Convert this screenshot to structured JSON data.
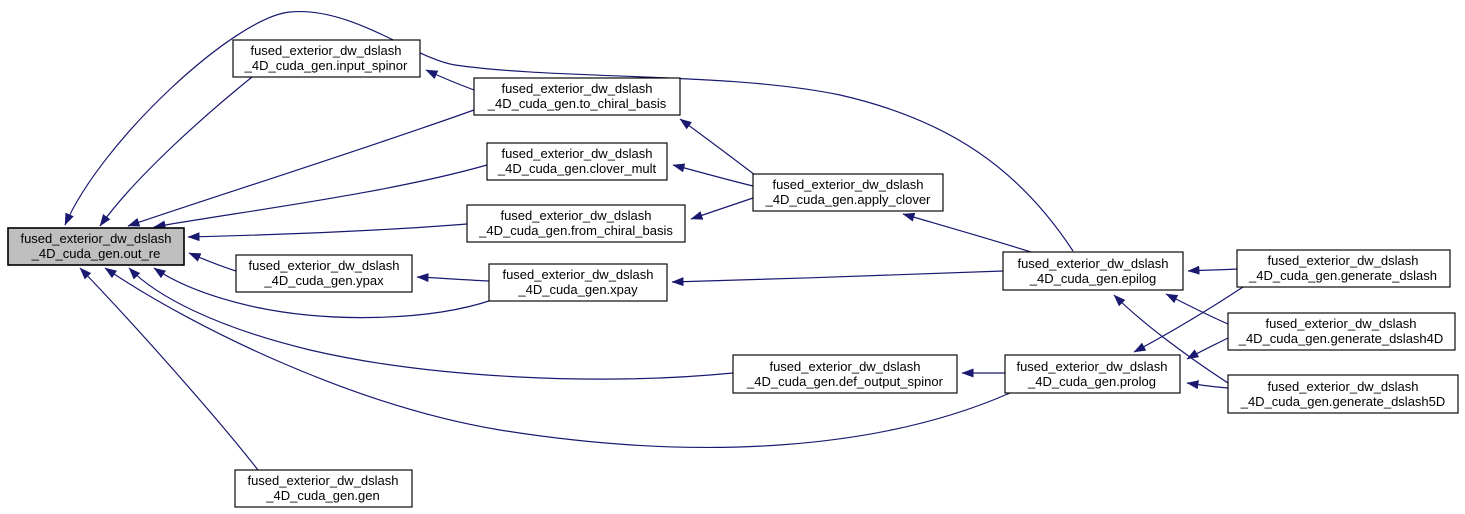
{
  "diagram": {
    "type": "call-graph",
    "colors": {
      "edge": "#191970",
      "node_fill": "#ffffff",
      "node_border": "#000000",
      "highlight_fill": "#bfbfbf",
      "text": "#000000",
      "background": "#ffffff"
    },
    "nodes": [
      {
        "id": "out_re",
        "line1": "fused_exterior_dw_dslash",
        "line2": "_4D_cuda_gen.out_re",
        "highlighted": true
      },
      {
        "id": "input_spinor",
        "line1": "fused_exterior_dw_dslash",
        "line2": "_4D_cuda_gen.input_spinor",
        "highlighted": false
      },
      {
        "id": "to_chiral_basis",
        "line1": "fused_exterior_dw_dslash",
        "line2": "_4D_cuda_gen.to_chiral_basis",
        "highlighted": false
      },
      {
        "id": "clover_mult",
        "line1": "fused_exterior_dw_dslash",
        "line2": "_4D_cuda_gen.clover_mult",
        "highlighted": false
      },
      {
        "id": "apply_clover",
        "line1": "fused_exterior_dw_dslash",
        "line2": "_4D_cuda_gen.apply_clover",
        "highlighted": false
      },
      {
        "id": "from_chiral_basis",
        "line1": "fused_exterior_dw_dslash",
        "line2": "_4D_cuda_gen.from_chiral_basis",
        "highlighted": false
      },
      {
        "id": "ypax",
        "line1": "fused_exterior_dw_dslash",
        "line2": "_4D_cuda_gen.ypax",
        "highlighted": false
      },
      {
        "id": "xpay",
        "line1": "fused_exterior_dw_dslash",
        "line2": "_4D_cuda_gen.xpay",
        "highlighted": false
      },
      {
        "id": "epilog",
        "line1": "fused_exterior_dw_dslash",
        "line2": "_4D_cuda_gen.epilog",
        "highlighted": false
      },
      {
        "id": "generate_dslash",
        "line1": "fused_exterior_dw_dslash",
        "line2": "_4D_cuda_gen.generate_dslash",
        "highlighted": false
      },
      {
        "id": "generate_dslash4D",
        "line1": "fused_exterior_dw_dslash",
        "line2": "_4D_cuda_gen.generate_dslash4D",
        "highlighted": false
      },
      {
        "id": "prolog",
        "line1": "fused_exterior_dw_dslash",
        "line2": "_4D_cuda_gen.prolog",
        "highlighted": false
      },
      {
        "id": "generate_dslash5D",
        "line1": "fused_exterior_dw_dslash",
        "line2": "_4D_cuda_gen.generate_dslash5D",
        "highlighted": false
      },
      {
        "id": "def_output_spinor",
        "line1": "fused_exterior_dw_dslash",
        "line2": "_4D_cuda_gen.def_output_spinor",
        "highlighted": false
      },
      {
        "id": "gen",
        "line1": "fused_exterior_dw_dslash",
        "line2": "_4D_cuda_gen.gen",
        "highlighted": false
      }
    ],
    "edges": [
      {
        "from": "epilog",
        "to": "out_re"
      },
      {
        "from": "input_spinor",
        "to": "out_re"
      },
      {
        "from": "to_chiral_basis",
        "to": "out_re"
      },
      {
        "from": "clover_mult",
        "to": "out_re"
      },
      {
        "from": "from_chiral_basis",
        "to": "out_re"
      },
      {
        "from": "ypax",
        "to": "out_re"
      },
      {
        "from": "xpay",
        "to": "out_re"
      },
      {
        "from": "def_output_spinor",
        "to": "out_re"
      },
      {
        "from": "prolog",
        "to": "out_re"
      },
      {
        "from": "gen",
        "to": "out_re"
      },
      {
        "from": "to_chiral_basis",
        "to": "input_spinor"
      },
      {
        "from": "apply_clover",
        "to": "to_chiral_basis"
      },
      {
        "from": "apply_clover",
        "to": "clover_mult"
      },
      {
        "from": "apply_clover",
        "to": "from_chiral_basis"
      },
      {
        "from": "epilog",
        "to": "apply_clover"
      },
      {
        "from": "xpay",
        "to": "ypax"
      },
      {
        "from": "epilog",
        "to": "xpay"
      },
      {
        "from": "prolog",
        "to": "def_output_spinor"
      },
      {
        "from": "generate_dslash",
        "to": "epilog"
      },
      {
        "from": "generate_dslash4D",
        "to": "epilog"
      },
      {
        "from": "generate_dslash5D",
        "to": "epilog"
      },
      {
        "from": "generate_dslash",
        "to": "prolog"
      },
      {
        "from": "generate_dslash4D",
        "to": "prolog"
      },
      {
        "from": "generate_dslash5D",
        "to": "prolog"
      }
    ]
  }
}
